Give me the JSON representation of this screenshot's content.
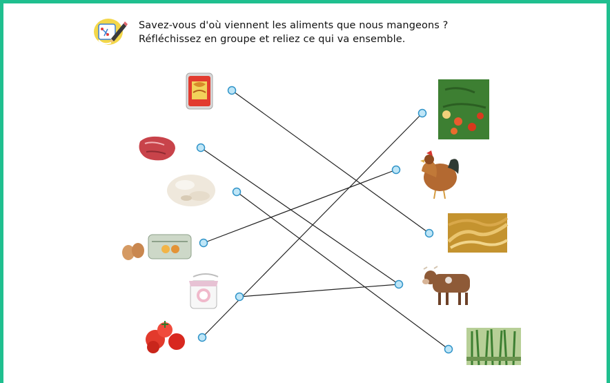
{
  "instructions": {
    "line1": "Savez-vous d'où viennent les aliments que nous mangeons ?",
    "line2": "Réfléchissez en groupe et reliez ce qui va ensemble."
  },
  "icons": {
    "instruction": "pencil-icon"
  },
  "left_items": [
    {
      "name": "pasta-package"
    },
    {
      "name": "raw-meat"
    },
    {
      "name": "rice-grains"
    },
    {
      "name": "eggs-carton"
    },
    {
      "name": "yogurt-pot"
    },
    {
      "name": "tomatoes"
    }
  ],
  "right_items": [
    {
      "name": "tomato-plant"
    },
    {
      "name": "hen"
    },
    {
      "name": "wheat-field"
    },
    {
      "name": "cow"
    },
    {
      "name": "rice-plants"
    }
  ],
  "connections": [
    {
      "from": "pasta-package",
      "to": "wheat-field"
    },
    {
      "from": "raw-meat",
      "to": "cow"
    },
    {
      "from": "rice-grains",
      "to": "rice-plants"
    },
    {
      "from": "eggs-carton",
      "to": "hen"
    },
    {
      "from": "yogurt-pot",
      "to": "cow"
    },
    {
      "from": "tomatoes",
      "to": "tomato-plant"
    }
  ],
  "colors": {
    "frame": "#1fbf8f",
    "dot_fill": "#bfe6f7",
    "dot_stroke": "#2f93c8",
    "line": "#222222"
  }
}
